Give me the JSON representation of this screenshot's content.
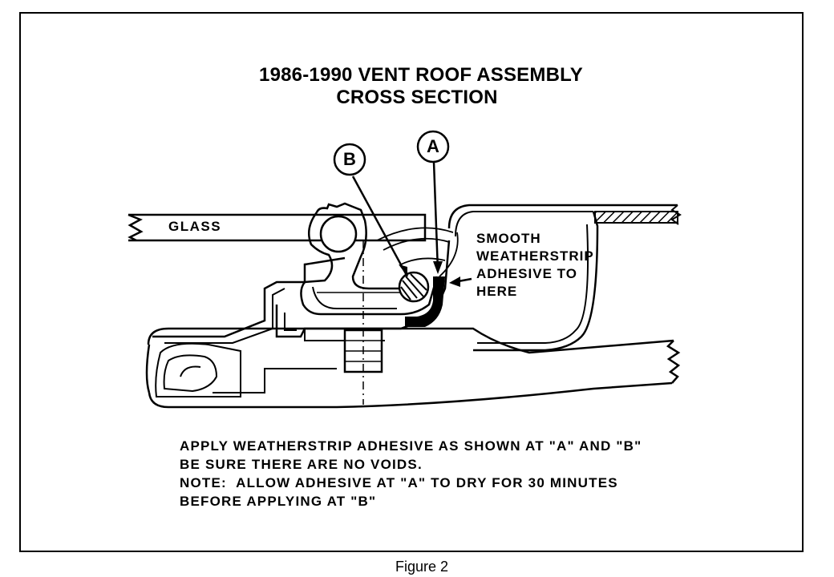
{
  "title_line1": "1986-1990 VENT ROOF ASSEMBLY",
  "title_line2": "CROSS SECTION",
  "label_glass": "GLASS",
  "marker_a": "A",
  "marker_b": "B",
  "callout_lines": [
    "SMOOTH",
    "WEATHERSTRIP",
    "ADHESIVE TO",
    "HERE"
  ],
  "note_lines": [
    "APPLY WEATHERSTRIP ADHESIVE AS SHOWN AT \"A\" AND \"B\"",
    "BE SURE THERE ARE NO VOIDS.",
    "NOTE:  ALLOW ADHESIVE AT \"A\" TO DRY FOR 30 MINUTES",
    "BEFORE APPLYING AT \"B\""
  ],
  "caption": "Figure 2"
}
